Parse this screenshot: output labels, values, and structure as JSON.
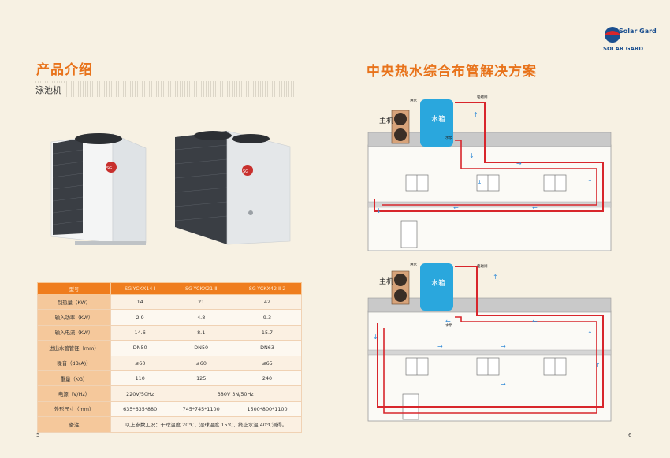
{
  "left": {
    "title": "产品介绍",
    "subtitle": "泳池机",
    "page_number": "5",
    "table": {
      "headers": [
        "型号",
        "SG-YCKX14 Ⅰ",
        "SG-YCKX21 Ⅱ",
        "SG-YCKX42 Ⅱ 2"
      ],
      "rows": [
        [
          "制热量（KW）",
          "14",
          "21",
          "42"
        ],
        [
          "输入功率（KW）",
          "2.9",
          "4.8",
          "9.3"
        ],
        [
          "输入电流（KW）",
          "14.6",
          "8.1",
          "15.7"
        ],
        [
          "进出水管管径（mm）",
          "DN50",
          "DN50",
          "DN63"
        ],
        [
          "噪音（dB(A)）",
          "≤60",
          "≤60",
          "≤65"
        ],
        [
          "重量（KG）",
          "110",
          "125",
          "240"
        ]
      ],
      "power_label": "电源（V/Hz）",
      "power_1": "220V/50Hz",
      "power_2": "380V 3N/50Hz",
      "size_label": "外形尺寸（mm）",
      "size_values": [
        "635*635*880",
        "745*745*1100",
        "1500*800*1100"
      ],
      "note_label": "备注",
      "note": "以上参数工况：干球温度 20℃、湿球温度 15℃、终止水温 40℃测得。"
    }
  },
  "right": {
    "title": "中央热水综合布管解决方案",
    "page_number": "6",
    "logo_text": "SOLAR GARD",
    "logo_word": "Solar Gard",
    "diagram_labels": {
      "host": "主机",
      "tank": "水箱",
      "inlet": "进水",
      "valve": "电磁阀",
      "pump": "水泵"
    }
  },
  "colors": {
    "accent": "#e8731b",
    "pipe_red": "#d8262c",
    "pipe_blue": "#3a8fd8",
    "tank": "#2aa7dd"
  }
}
